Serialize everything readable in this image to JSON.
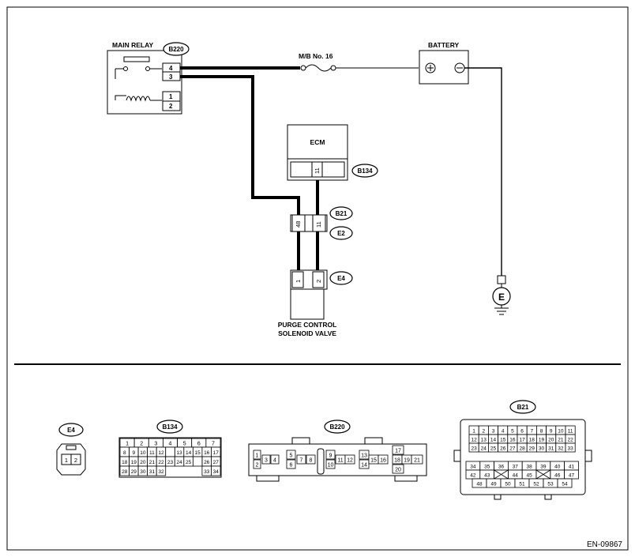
{
  "labels": {
    "main_relay": "MAIN RELAY",
    "battery": "BATTERY",
    "fuse": "M/B No. 16",
    "ecm": "ECM",
    "valve_line1": "PURGE CONTROL",
    "valve_line2": "SOLENOID VALVE",
    "ground": "E",
    "plus": "+",
    "minus": "−",
    "code": "EN-09867"
  },
  "tags": {
    "b220": "B220",
    "b134": "B134",
    "b21": "B21",
    "e2": "E2",
    "e4": "E4"
  },
  "relay_pins": [
    "4",
    "3",
    "1",
    "2"
  ],
  "ecm_pin": "11",
  "joint_pins": [
    "48",
    "11"
  ],
  "valve_pins": [
    "1",
    "2"
  ],
  "connectors": {
    "e4": {
      "pins": [
        "1",
        "2"
      ]
    },
    "b134": {
      "row1": [
        "1",
        "2",
        "3",
        "4",
        "5",
        "6",
        "7"
      ],
      "row2": [
        "8",
        "9",
        "10",
        "11",
        "12",
        "13",
        "14",
        "15",
        "16",
        "17"
      ],
      "row3": [
        "18",
        "19",
        "20",
        "21",
        "22",
        "23",
        "24",
        "25",
        "26",
        "27"
      ],
      "row4": [
        "28",
        "29",
        "30",
        "31",
        "32",
        "33",
        "34"
      ]
    },
    "b220": {
      "pins": [
        "1",
        "2",
        "3",
        "4",
        "5",
        "6",
        "7",
        "8",
        "9",
        "10",
        "11",
        "12",
        "13",
        "14",
        "15",
        "16",
        "17",
        "18",
        "19",
        "20",
        "21"
      ]
    },
    "b21": {
      "row1": [
        "1",
        "2",
        "3",
        "4",
        "5",
        "6",
        "7",
        "8",
        "9",
        "10",
        "11"
      ],
      "row2": [
        "12",
        "13",
        "14",
        "15",
        "16",
        "17",
        "18",
        "19",
        "20",
        "21",
        "22"
      ],
      "row3": [
        "23",
        "24",
        "25",
        "26",
        "27",
        "28",
        "29",
        "30",
        "31",
        "32",
        "33"
      ],
      "row4": [
        "34",
        "35",
        "36",
        "37",
        "38",
        "39",
        "40",
        "41"
      ],
      "row5": [
        "42",
        "43",
        "44",
        "45",
        "46",
        "47"
      ],
      "row6": [
        "48",
        "49",
        "50",
        "51",
        "52",
        "53",
        "54"
      ]
    }
  }
}
